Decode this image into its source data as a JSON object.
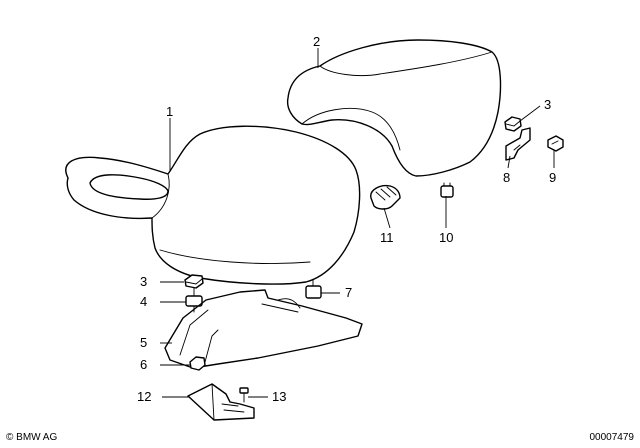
{
  "callouts": [
    {
      "id": "c1",
      "label": "1"
    },
    {
      "id": "c2",
      "label": "2"
    },
    {
      "id": "c3a",
      "label": "3"
    },
    {
      "id": "c8",
      "label": "8"
    },
    {
      "id": "c9",
      "label": "9"
    },
    {
      "id": "c11",
      "label": "11"
    },
    {
      "id": "c10",
      "label": "10"
    },
    {
      "id": "c3b",
      "label": "3"
    },
    {
      "id": "c4",
      "label": "4"
    },
    {
      "id": "c7",
      "label": "7"
    },
    {
      "id": "c5",
      "label": "5"
    },
    {
      "id": "c6",
      "label": "6"
    },
    {
      "id": "c12",
      "label": "12"
    },
    {
      "id": "c13",
      "label": "13"
    }
  ],
  "footer": {
    "brand": "© BMW AG",
    "doc_number": "00007479"
  },
  "colors": {
    "line": "#000000",
    "background": "#ffffff"
  }
}
